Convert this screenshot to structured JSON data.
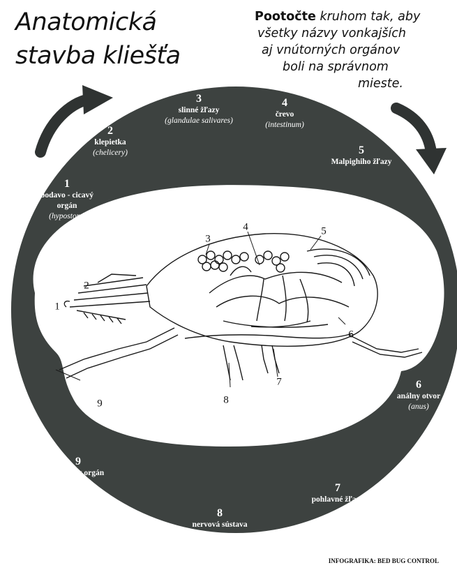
{
  "title": {
    "line1": "Anatomická",
    "line2": "stavba kliešťa"
  },
  "instructions": {
    "bold": "Pootočte",
    "line1_rest": " kruhom tak, aby",
    "line2": "všetky názvy vonkajších",
    "line3": "aj vnútorných orgánov",
    "line4": "boli na správnom",
    "line5": "mieste."
  },
  "ring_labels": [
    {
      "num": "1",
      "name1": "bodavo - cicavý",
      "name2": "orgán",
      "latin": "(hypostom)"
    },
    {
      "num": "2",
      "name1": "klepietka",
      "latin": "(chelicery)"
    },
    {
      "num": "3",
      "name1": "slinné žľazy",
      "latin": "(glandulae salivares)"
    },
    {
      "num": "4",
      "name1": "črevo",
      "latin": "(intestinum)"
    },
    {
      "num": "5",
      "name1": "Malpighiho žľazy"
    },
    {
      "num": "6",
      "name1": "análny otvor",
      "latin": "(anus)"
    },
    {
      "num": "7",
      "name1": "pohlavné žľazy"
    },
    {
      "num": "8",
      "name1": "nervová sústava"
    },
    {
      "num": "9",
      "name1": "Hallerov orgán"
    }
  ],
  "diagram_numbers": [
    "1",
    "2",
    "3",
    "4",
    "5",
    "6",
    "7",
    "8",
    "9"
  ],
  "credit": "INFOGRAFIKA: BED BUG CONTROL",
  "colors": {
    "ring": "#3d4240",
    "arrow": "#2f3332",
    "ink": "#1a1a1a"
  }
}
